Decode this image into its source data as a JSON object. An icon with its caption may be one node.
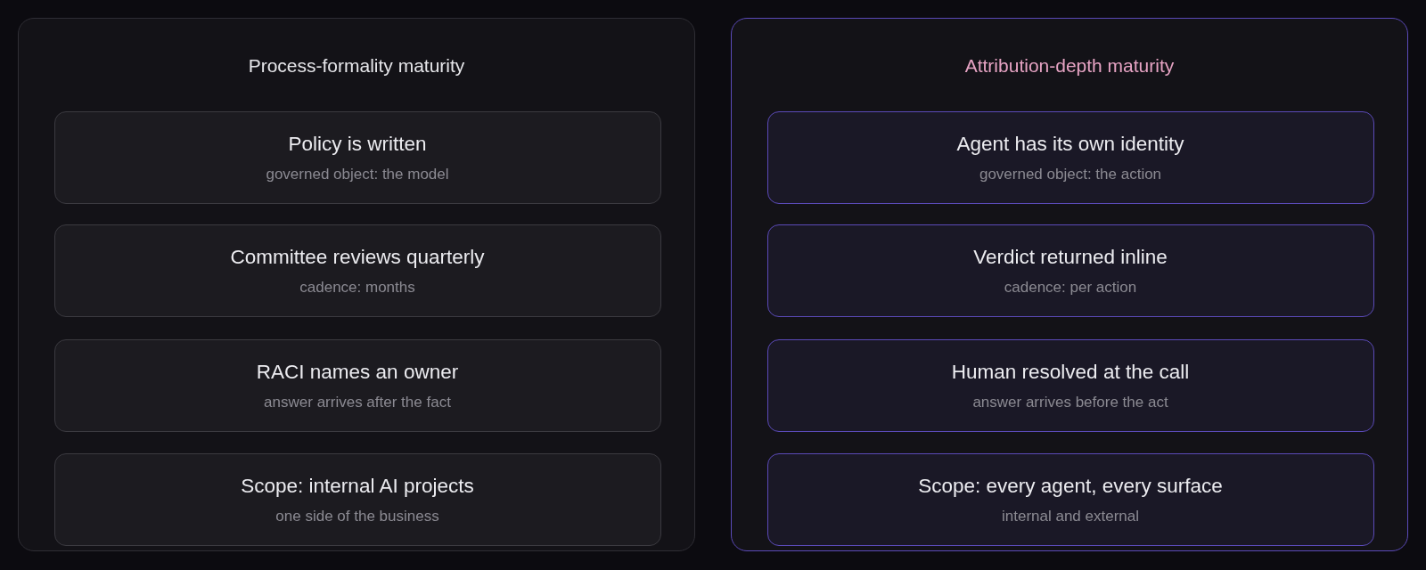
{
  "diagram": {
    "nodes": [
      {
        "text": [
          "Process-formality maturity"
        ]
      },
      {
        "text": [
          "Policy is written",
          "governed object: the model"
        ],
        "in": 0
      },
      {
        "text": [
          "Committee reviews quarterly",
          "cadence: months"
        ],
        "in": 0
      },
      {
        "text": [
          "RACI names an owner",
          "answer arrives after the fact"
        ],
        "in": 0
      },
      {
        "text": [
          "Scope: internal AI projects",
          "one side of the business"
        ],
        "in": 0
      },
      {
        "text": [
          "Attribution-depth maturity"
        ]
      },
      {
        "text": [
          "Agent has its own identity",
          "governed object: the action"
        ],
        "in": 5
      },
      {
        "text": [
          "Verdict returned inline",
          "cadence: per action"
        ],
        "in": 5
      },
      {
        "text": [
          "Human resolved at the call",
          "answer arrives before the act"
        ],
        "in": 5
      },
      {
        "text": [
          "Scope: every agent, every surface",
          "internal and external"
        ],
        "in": 5
      }
    ]
  }
}
